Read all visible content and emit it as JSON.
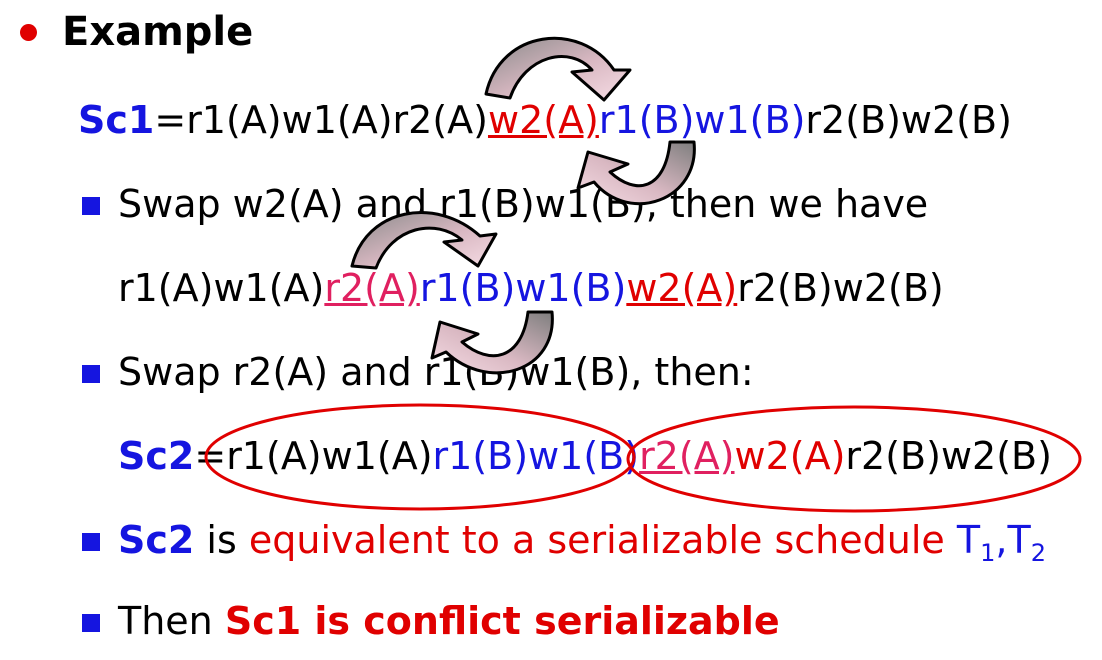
{
  "heading": "Example",
  "sc1": {
    "label": "Sc1",
    "eq": "=",
    "p1": "r1(A)w1(A)r2(A)",
    "w2a": "w2(A)",
    "r1b": "r1(B)",
    "w1b": "w1(B)",
    "rest": "r2(B)w2(B)"
  },
  "step1": "Swap w2(A) and r1(B)w1(B), then we have",
  "step1_result": {
    "p1": "r1(A)w1(A)",
    "r2a": "r2(A)",
    "r1b": "r1(B)",
    "w1b": "w1(B)",
    "w2a": "w2(A)",
    "rest": "r2(B)w2(B)"
  },
  "step2": "Swap r2(A) and r1(B)w1(B), then:",
  "sc2": {
    "label": "Sc2",
    "eq": "=",
    "p1": "r1(A)w1(A)",
    "r1b": "r1(B)",
    "w1b": "w1(B)",
    "r2a": "r2(A)",
    "w2a": "w2(A)",
    "rest": "r2(B)w2(B)"
  },
  "statement1": {
    "subject": "Sc2",
    "is": " is ",
    "phrase": "equivalent to a serializable schedule ",
    "t1": "T",
    "t1_sub": "1",
    "comma": ",",
    "t2": "T",
    "t2_sub": "2"
  },
  "statement2": {
    "then": "Then ",
    "conclusion": "Sc1 is conflict serializable"
  },
  "colors": {
    "blue": "#1515e0",
    "red": "#e00000",
    "pink": "#e02060",
    "arrow_fill_dark": "#8a8a8a",
    "arrow_fill_light": "#f3d2dc"
  },
  "icons": [
    "red-bullet-dot",
    "blue-square-bullet",
    "curved-swap-arrow",
    "red-ellipse"
  ]
}
